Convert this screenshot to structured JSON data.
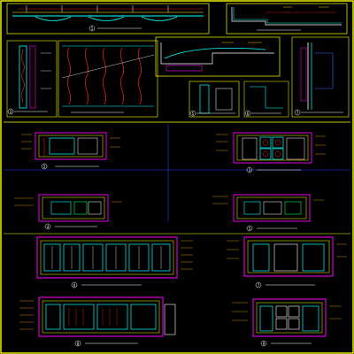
{
  "drawing": {
    "labels": {
      "detail1": "1",
      "detail3": "3",
      "detail5": "5",
      "detail6": "6",
      "detail7": "7",
      "elev_a": "2",
      "elev_b": "3",
      "elev_c": "4",
      "elev_d": "5",
      "elev_e": "6",
      "elev_f": "7",
      "elev_g": "8",
      "elev_h": "9"
    }
  },
  "colors": {
    "background": "#000000",
    "frame_border": "#ffff00",
    "crosshair": "#1c3fff",
    "outline_yellow": "#ffff00",
    "outline_magenta": "#ff00ff",
    "outline_cyan": "#00ffff",
    "outline_red": "#ff2020",
    "outline_white": "#ffffff",
    "outline_green": "#00ff44",
    "outline_blue": "#3a6bff",
    "annotation_orange": "#ffb000"
  }
}
